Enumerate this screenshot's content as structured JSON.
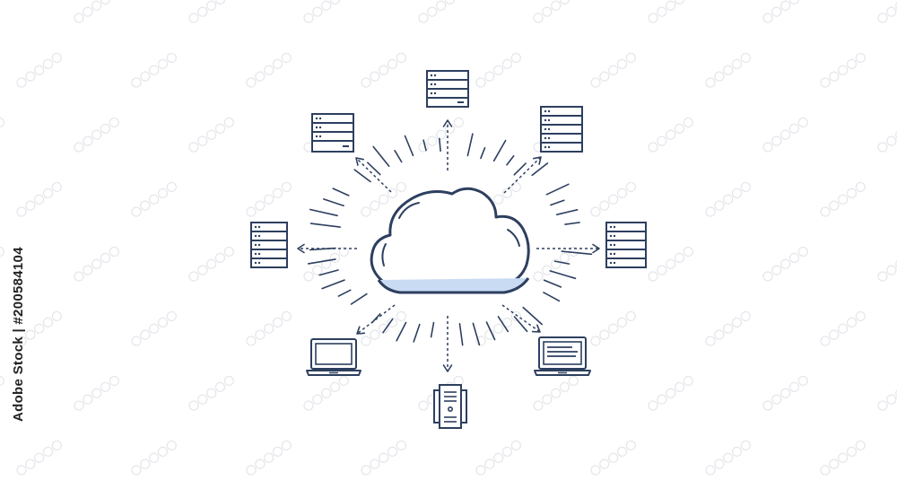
{
  "caption": {
    "stock_id": "Adobe Stock | #200584104"
  },
  "style": {
    "line_color": "#2d3f5f",
    "cloud_shadow_color": "#c9daf3",
    "watermark_color": "#e4e6ea",
    "background": "#ffffff"
  },
  "center": {
    "icon": "cloud-icon"
  },
  "nodes": [
    {
      "id": "server-top",
      "icon": "server-rack-icon"
    },
    {
      "id": "server-upper-left",
      "icon": "server-rack-icon"
    },
    {
      "id": "server-upper-right",
      "icon": "server-rack-icon"
    },
    {
      "id": "server-left",
      "icon": "server-rack-icon"
    },
    {
      "id": "server-right",
      "icon": "server-rack-icon"
    },
    {
      "id": "laptop-lower-left",
      "icon": "laptop-icon"
    },
    {
      "id": "laptop-lower-right",
      "icon": "laptop-document-icon"
    },
    {
      "id": "document-bottom",
      "icon": "document-icon"
    }
  ]
}
